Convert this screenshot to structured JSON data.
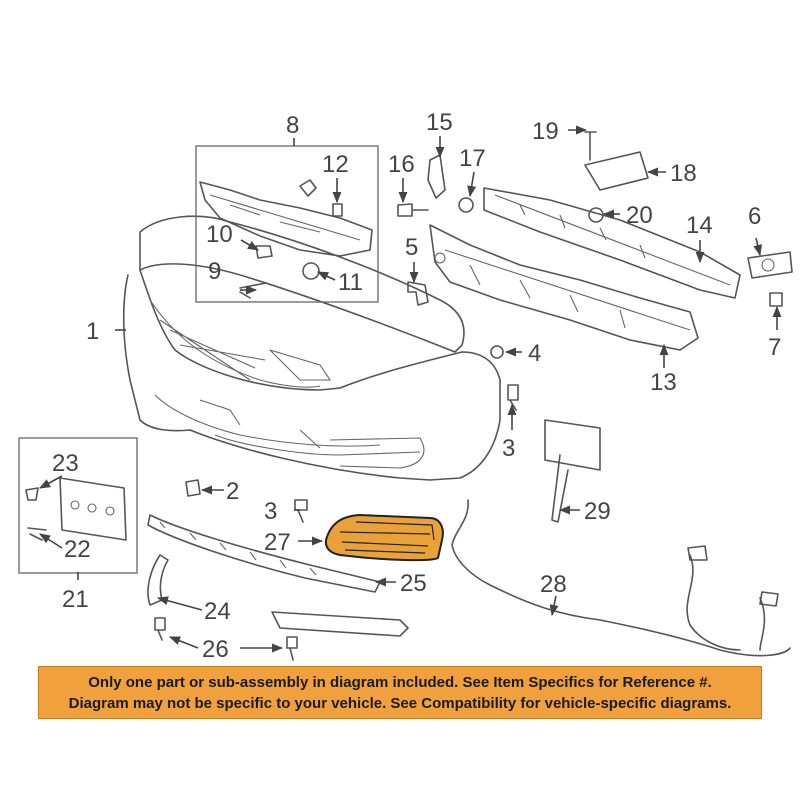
{
  "callouts": [
    {
      "id": "1",
      "label": "1"
    },
    {
      "id": "2",
      "label": "2"
    },
    {
      "id": "3a",
      "label": "3"
    },
    {
      "id": "3b",
      "label": "3"
    },
    {
      "id": "4",
      "label": "4"
    },
    {
      "id": "5",
      "label": "5"
    },
    {
      "id": "6",
      "label": "6"
    },
    {
      "id": "7",
      "label": "7"
    },
    {
      "id": "8",
      "label": "8"
    },
    {
      "id": "9",
      "label": "9"
    },
    {
      "id": "10",
      "label": "10"
    },
    {
      "id": "11",
      "label": "11"
    },
    {
      "id": "12",
      "label": "12"
    },
    {
      "id": "13",
      "label": "13"
    },
    {
      "id": "14",
      "label": "14"
    },
    {
      "id": "15",
      "label": "15"
    },
    {
      "id": "16",
      "label": "16"
    },
    {
      "id": "17",
      "label": "17"
    },
    {
      "id": "18",
      "label": "18"
    },
    {
      "id": "19",
      "label": "19"
    },
    {
      "id": "20",
      "label": "20"
    },
    {
      "id": "21",
      "label": "21"
    },
    {
      "id": "22",
      "label": "22"
    },
    {
      "id": "23",
      "label": "23"
    },
    {
      "id": "24",
      "label": "24"
    },
    {
      "id": "25",
      "label": "25"
    },
    {
      "id": "26",
      "label": "26"
    },
    {
      "id": "27",
      "label": "27"
    },
    {
      "id": "28",
      "label": "28"
    },
    {
      "id": "29",
      "label": "29"
    }
  ],
  "highlighted_part": "27",
  "colors": {
    "highlight": "#e9a23a",
    "banner": "#f0a03c",
    "line": "#555555"
  },
  "notice": {
    "line1": "Only one part or sub-assembly in diagram included. See Item Specifics for Reference #.",
    "line2": "Diagram may not be specific to your vehicle. See Compatibility for vehicle-specific diagrams."
  }
}
